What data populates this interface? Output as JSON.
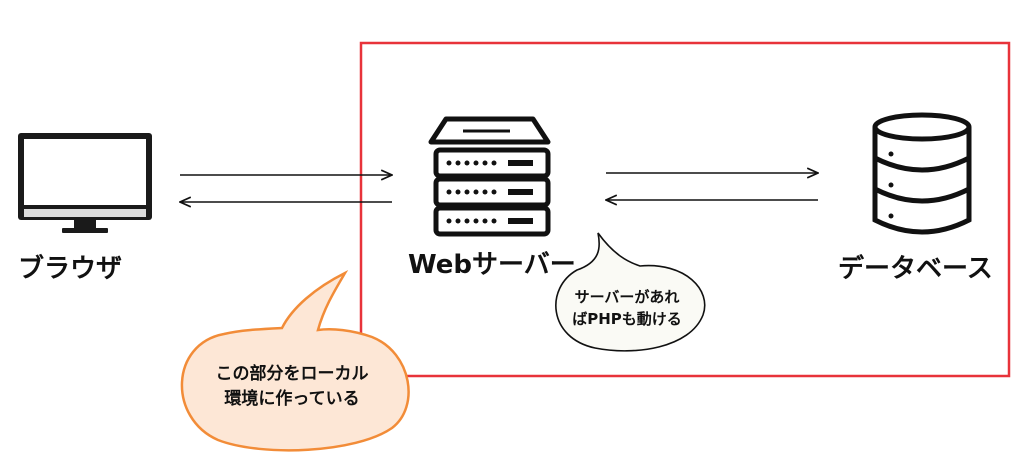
{
  "nodes": {
    "browser": {
      "label": "ブラウザ",
      "icon": "monitor-icon"
    },
    "webserver": {
      "label": "Webサーバー",
      "icon": "server-rack-icon"
    },
    "database": {
      "label": "データベース",
      "icon": "database-icon"
    }
  },
  "bubbles": {
    "php_note": {
      "line1": "サーバーがあれ",
      "line2": "ばPHPも動ける"
    },
    "local_note": {
      "line1": "この部分をローカル",
      "line2": "環境に作っている"
    }
  },
  "colors": {
    "local_box_border": "#e8333a",
    "orange_bubble_fill": "#fde7d6",
    "orange_bubble_stroke": "#f28c38",
    "php_bubble_fill": "#fafaf5",
    "php_bubble_stroke": "#111111",
    "icon_color": "#111111"
  }
}
